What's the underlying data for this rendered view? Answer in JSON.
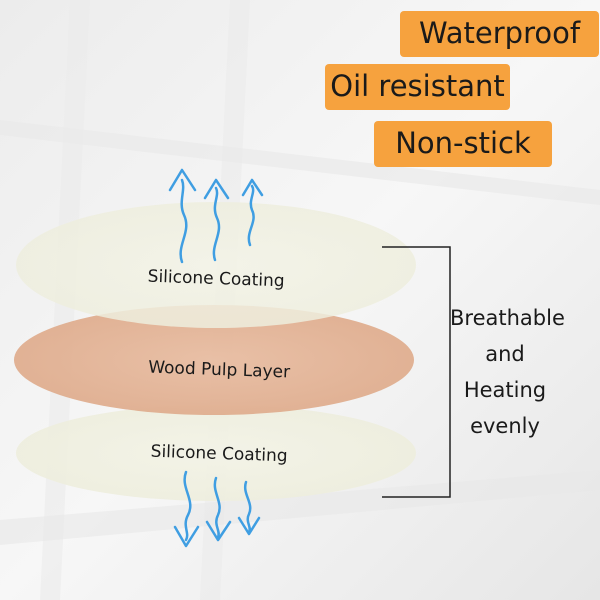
{
  "badges": [
    "Waterproof",
    "Oil resistant",
    "Non-stick"
  ],
  "layers": {
    "top": "Silicone Coating",
    "middle": "Wood Pulp Layer",
    "bottom": "Silicone Coating"
  },
  "side_text": [
    "Breathable",
    "and",
    "Heating",
    "evenly"
  ],
  "colors": {
    "badge": "#f6a23e",
    "silicone": "#f1f1e1",
    "wood_pulp": "#e5b69a",
    "arrow": "#3f9ee2"
  }
}
